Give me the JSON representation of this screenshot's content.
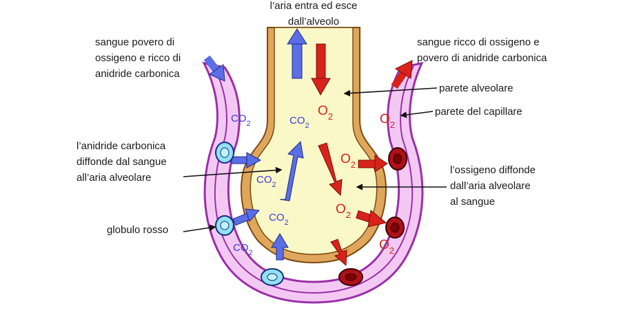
{
  "labels": {
    "air_in_out": [
      "l’aria entra ed esce",
      "dall’alveolo"
    ],
    "blood_poor": [
      "sangue povero di",
      "ossigeno e ricco di",
      "anidride carbonica"
    ],
    "blood_rich": [
      "sangue ricco di ossigeno e",
      "povero di anidride carbonica"
    ],
    "alveolar_wall": "parete alveolare",
    "capillary_wall": "parete del capillare",
    "co2_diffuses": [
      "l’anidride carbonica",
      "diffonde dal sangue",
      "all’aria alveolare"
    ],
    "red_cell": "globulo rosso",
    "o2_diffuses": [
      "l’ossigeno diffonde",
      "dall’aria alveolare",
      "al sangue"
    ]
  },
  "symbols": {
    "co2_base": "CO",
    "o2_base": "O",
    "subscript": "2"
  },
  "colors": {
    "capillary_fill": "#f3c9f3",
    "capillary_stroke": "#9a2fa8",
    "alveolar_wall": "#e0a65c",
    "alveolar_wall_stroke": "#7a4a10",
    "air": "#fbf8c8",
    "co2_arrow": "#5b6ee6",
    "o2_arrow": "#d8231a",
    "poor_cell": "#8fe3ee",
    "rich_cell": "#b0101a"
  }
}
